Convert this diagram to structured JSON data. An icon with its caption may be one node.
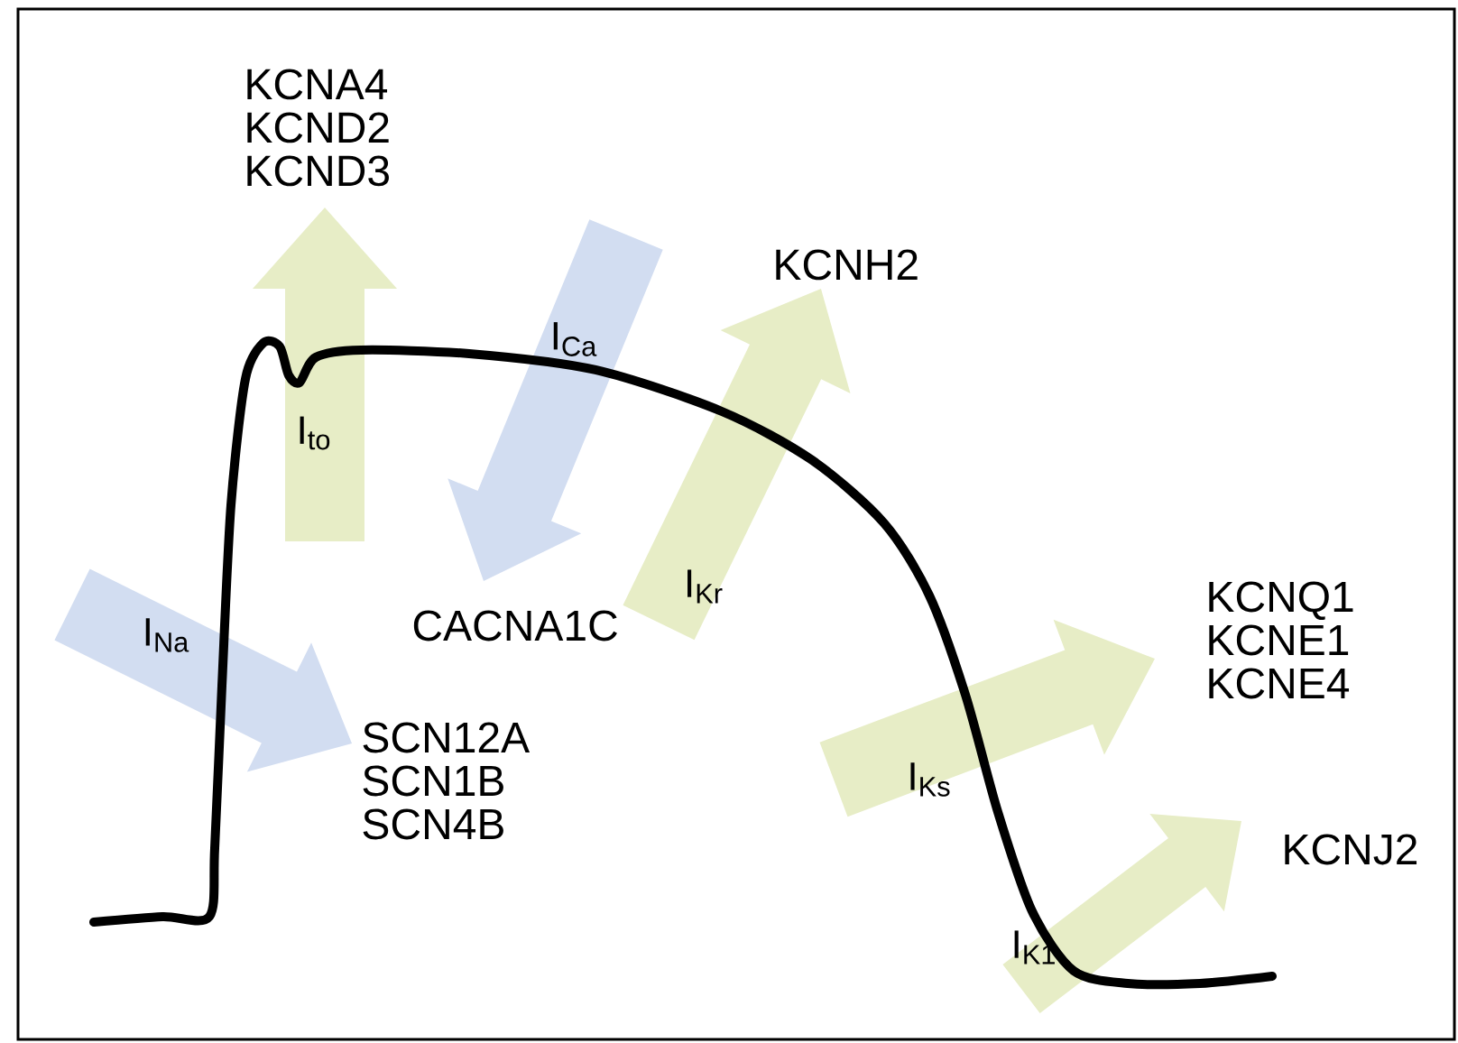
{
  "diagram": {
    "nodes": [
      {
        "text": [
          "I$_{Na}$"
        ],
        "beside": [
          "SCN12A",
          "SCN1B",
          "SCN4B"
        ]
      },
      {
        "text": [
          "I$_{to}$"
        ],
        "beside": [
          "KCNA4",
          "KCND2",
          "KCND3"
        ]
      },
      {
        "text": [
          "I$_{Ca}$"
        ],
        "beside": [
          "CACNA1C"
        ]
      },
      {
        "text": [
          "I$_{Kr}$"
        ],
        "beside": [
          "KCNH2"
        ]
      },
      {
        "text": [
          "I$_{Ks}$"
        ],
        "beside": [
          "KCNQ1",
          "KCNE1",
          "KCNE4"
        ]
      },
      {
        "text": [
          "I$_{K1}$"
        ],
        "beside": [
          "KCNJ2"
        ]
      }
    ]
  }
}
